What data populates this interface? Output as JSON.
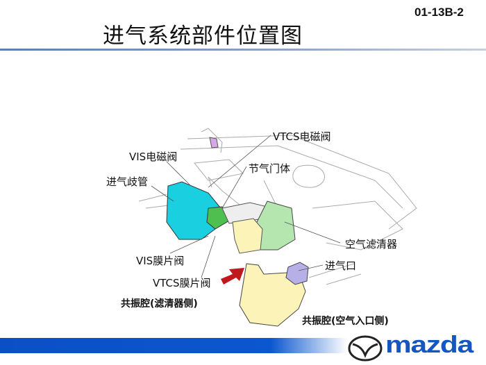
{
  "header": {
    "page_code": "01-13B-2",
    "title": "进气系统部件位置图"
  },
  "diagram": {
    "labels": {
      "vtcs_solenoid": "VTCS电磁阀",
      "vis_solenoid": "VIS电磁阀",
      "intake_manifold": "进气歧管",
      "throttle_body": "节气门体",
      "air_cleaner": "空气滤清器",
      "air_inlet": "进气口",
      "vis_diaphragm": "VIS膜片阀",
      "vtcs_diaphragm": "VTCS膜片阀",
      "resonator_cleaner": "共振腔(滤清器侧)",
      "resonator_inlet": "共振腔(空气入口侧)"
    },
    "colors": {
      "manifold": "#1ad0e0",
      "air_cleaner": "#b5e6b0",
      "resonator": "#fbf3b8",
      "inlet": "#b7b0e8",
      "arrow": "#c0181c"
    }
  },
  "footer": {
    "brand": "mazda"
  }
}
